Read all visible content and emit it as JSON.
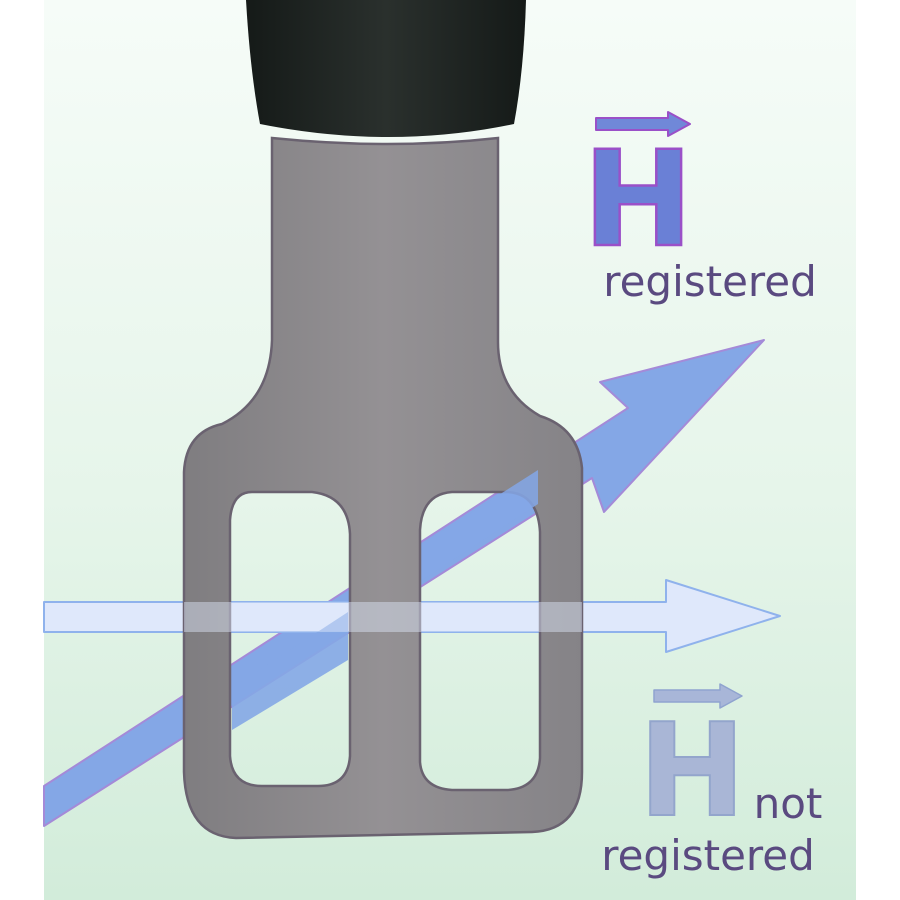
{
  "labels": {
    "registered_symbol": "H",
    "registered_caption": "registered",
    "not_registered_symbol": "H",
    "not_registered_line1": "not",
    "not_registered_line2": "registered"
  },
  "colors": {
    "background_top": "#f4fbf6",
    "background_bottom": "#d4eedd",
    "probe_gray": "#8e8c8e",
    "probe_outline": "#6e6670",
    "handle_black": "#1f2522",
    "registered_arrow": "#86a9e6",
    "registered_text": "#6b80d6",
    "registered_outline": "#9a50c8",
    "caption_text": "#5a4a80",
    "not_registered_arrow": "#dbe6fb",
    "not_registered_outline": "#8fb2ec",
    "not_registered_text": "#a9b6d6"
  }
}
